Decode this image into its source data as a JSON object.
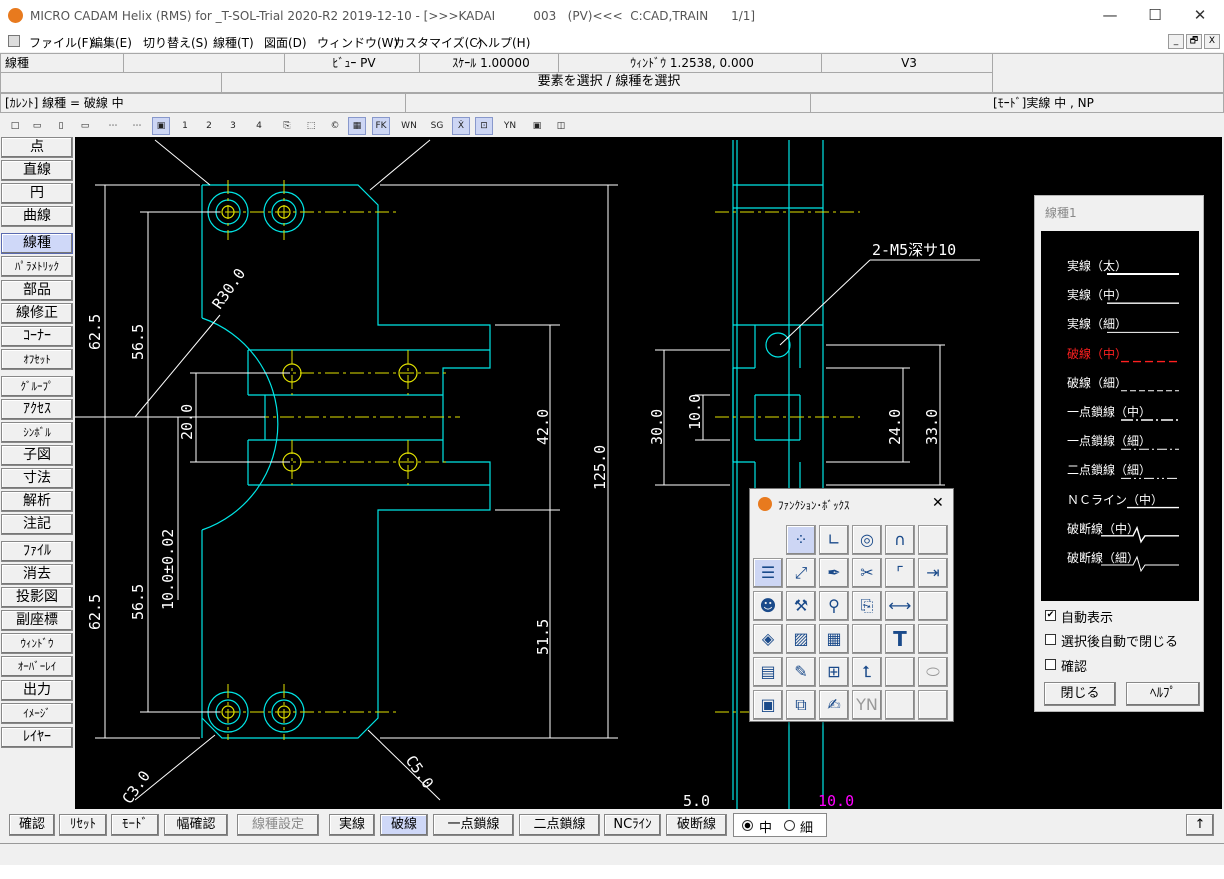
{
  "window": {
    "title": "MICRO CADAM Helix (RMS) for _T-SOL-Trial 2020-R2 2019-12-10 - [>>>KADAI          003   (PV)<<<  C:CAD,TRAIN      1/1]",
    "minimize": "—",
    "maximize": "☐",
    "close": "✕"
  },
  "menu": {
    "file": "ファイル(F)",
    "edit": "編集(E)",
    "switch": "切り替え(S)",
    "linetype": "線種(T)",
    "drawing": "図面(D)",
    "window": "ウィンドウ(W)",
    "customize": "カスタマイズ(C)",
    "help": "ヘルプ(H)",
    "mdi_min": "_",
    "mdi_restore": "🗗",
    "mdi_close": "X"
  },
  "info": {
    "mode_name": "線種",
    "view": "ﾋﾞｭｰ PV",
    "scale": "ｽｹｰﾙ 1.00000",
    "window": "ｳｨﾝﾄﾞｳ 1.2538, 0.000",
    "v": "V3",
    "prompt": "要素を選択 / 線種を選択",
    "current": "[ｶﾚﾝﾄ] 線種 = 破線     中",
    "mode": "[ﾓｰﾄﾞ]実線     中 , NP"
  },
  "toolbar": [
    "□",
    "▭",
    "▯",
    "▭",
    "⋯",
    "⋯",
    "▣",
    "1",
    "2",
    "3",
    "4",
    "⎘",
    "⬚",
    "©",
    "▦",
    "FK",
    "WN",
    "SG",
    "Ẋ",
    "⊡",
    "YN",
    "▣",
    "◫"
  ],
  "left_menu": [
    "点",
    "直線",
    "円",
    "曲線",
    "線種",
    "ﾊﾟﾗﾒﾄﾘｯｸ",
    "部品",
    "線修正",
    "ｺｰﾅｰ",
    "ｵﾌｾｯﾄ",
    "ｸﾞﾙｰﾌﾟ",
    "ｱｸｾｽ",
    "ｼﾝﾎﾞﾙ",
    "子図",
    "寸法",
    "解析",
    "注記",
    "ﾌｧｲﾙ",
    "消去",
    "投影図",
    "副座標",
    "ｳｨﾝﾄﾞｳ",
    "ｵｰﾊﾞｰﾚｲ",
    "出力",
    "ｲﾒｰｼﾞ",
    "ﾚｲﾔｰ"
  ],
  "dims": {
    "d62a": "62.5",
    "d56a": "56.5",
    "r30": "R30.0",
    "d20": "20.0",
    "d10tol": "10.0±0.02",
    "d56b": "56.5",
    "d62b": "62.5",
    "d42": "42.0",
    "d125": "125.0",
    "d515": "51.5",
    "c3": "C3.0",
    "c5": "C5.0",
    "m5": "2-M5深サ10",
    "d30": "30.0",
    "d10": "10.0",
    "d24": "24.0",
    "d33": "33.0",
    "d5": "5.0",
    "d10m": "10.0"
  },
  "fbox": {
    "title": "ﾌｧﾝｸｼｮﾝ･ﾎﾞｯｸｽ",
    "close": "✕"
  },
  "ltpanel": {
    "title": "線種1",
    "items": [
      "実線（太）",
      "実線（中）",
      "実線（細）",
      "破線（中）",
      "破線（細）",
      "一点鎖線（中）",
      "一点鎖線（細）",
      "二点鎖線（細）",
      "ＮＣライン（中）",
      "破断線（中）",
      "破断線（細）"
    ],
    "auto_display": "自動表示",
    "auto_close": "選択後自動で閉じる",
    "confirm": "確認",
    "close_btn": "閉じる",
    "help_btn": "ﾍﾙﾌﾟ",
    "auto_display_checked": true,
    "auto_close_checked": false,
    "confirm_checked": false
  },
  "bottom": {
    "confirm": "確認",
    "reset": "ﾘｾｯﾄ",
    "mode": "ﾓｰﾄﾞ",
    "width_check": "幅確認",
    "linetype_setting": "線種設定",
    "solid": "実線",
    "dashed": "破線",
    "chain1": "一点鎖線",
    "chain2": "二点鎖線",
    "nc": "NCﾗｲﾝ",
    "break": "破断線",
    "mid": "中",
    "thin": "細",
    "up": "↑",
    "mid_selected": true
  },
  "colors": {
    "cyan": "#00e5e5",
    "yellow": "#e0e000",
    "white": "#ffffff",
    "red": "#ff2020",
    "magenta": "#ff00ff"
  }
}
